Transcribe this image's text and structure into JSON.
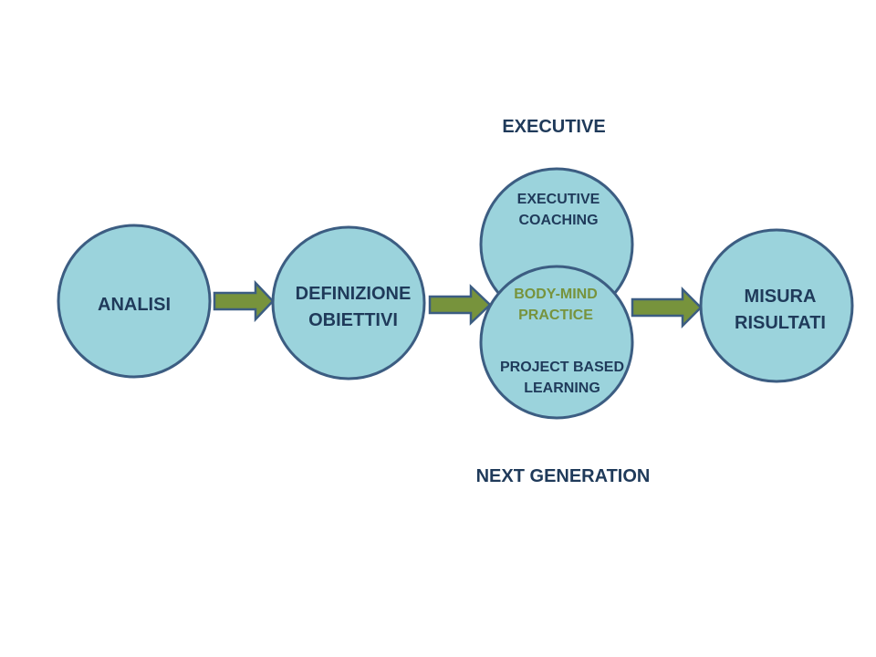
{
  "colors": {
    "circle_fill": "#9bd3dc",
    "circle_stroke": "#3c5d82",
    "arrow_fill": "#77933c",
    "arrow_stroke": "#3c5d82",
    "text_dark": "#1f3a5a",
    "text_green": "#77933c"
  },
  "diagram": {
    "top_label": "EXECUTIVE",
    "bottom_label": "NEXT GENERATION",
    "nodes": {
      "analisi": {
        "line1": "ANALISI"
      },
      "definizione": {
        "line1": "DEFINIZIONE",
        "line2": "OBIETTIVI"
      },
      "executive_coaching": {
        "line1": "EXECUTIVE",
        "line2": "COACHING"
      },
      "body_mind": {
        "line1": "BODY-MIND",
        "line2": "PRACTICE"
      },
      "project_based": {
        "line1": "PROJECT BASED",
        "line2": "LEARNING"
      },
      "misura": {
        "line1": "MISURA",
        "line2": "RISULTATI"
      }
    }
  }
}
